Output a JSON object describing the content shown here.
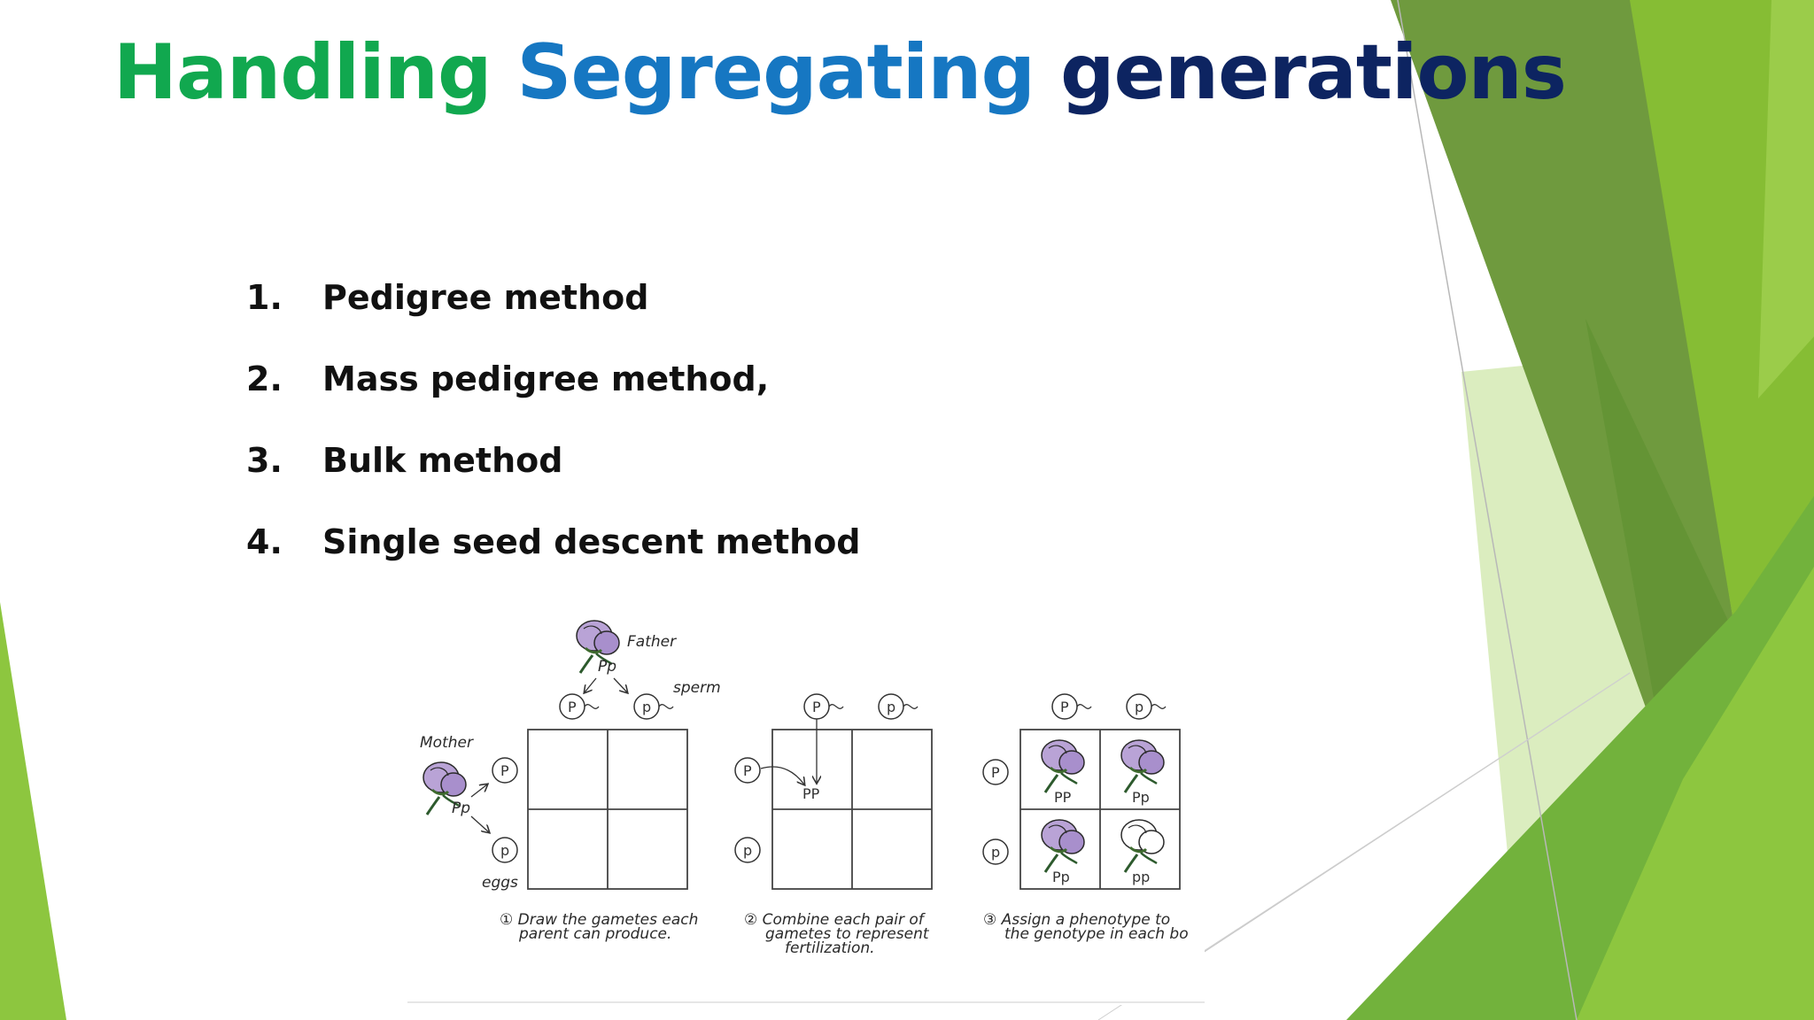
{
  "slide": {
    "title": {
      "part1": "Handling",
      "part2": "Segregating",
      "part3": "generations"
    },
    "colors": {
      "title_green": "#11a84f",
      "title_blue": "#1677c2",
      "title_navy": "#0d2461",
      "accent_green": "#8dc63f",
      "dark_green": "#5b8f31"
    },
    "methods": [
      {
        "num": "1.",
        "label": "Pedigree method"
      },
      {
        "num": "2.",
        "label": "Mass pedigree method,"
      },
      {
        "num": "3.",
        "label": "Bulk method"
      },
      {
        "num": "4.",
        "label": "Single seed descent method"
      }
    ]
  },
  "figure": {
    "father_label": "Father",
    "mother_label": "Mother",
    "father_genotype": "Pp",
    "mother_genotype": "Pp",
    "sperm_label": "sperm",
    "eggs_label": "eggs",
    "gamete_dominant": "P",
    "gamete_recessive": "p",
    "square2_cell": "PP",
    "square3_cells": [
      "PP",
      "Pp",
      "Pp",
      "pp"
    ],
    "step1": {
      "num": "①",
      "line1": "Draw the gametes each",
      "line2": "parent can produce."
    },
    "step2": {
      "num": "②",
      "line1": "Combine each pair of",
      "line2": "gametes to represent",
      "line3": "fertilization."
    },
    "step3": {
      "num": "③",
      "line1": "Assign a phenotype to",
      "line2": "the genotype in each bo"
    }
  }
}
